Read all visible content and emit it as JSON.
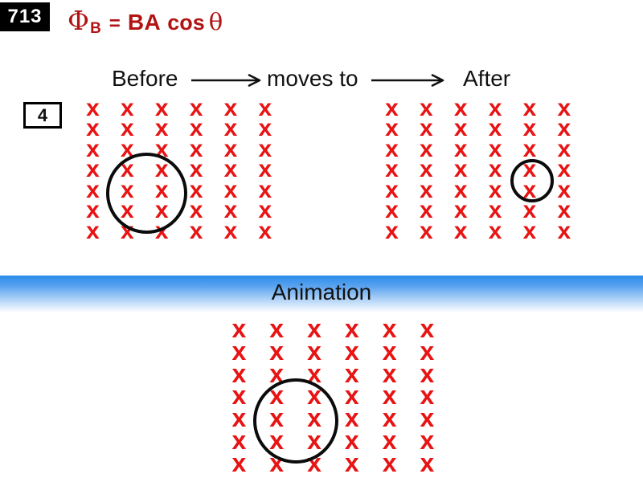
{
  "slide": {
    "page_badge": "713",
    "formula": {
      "phi": "Φ",
      "sub": "B",
      "eq": "=",
      "ba": "BA",
      "cos": "cos",
      "theta": "θ"
    },
    "header": {
      "before": "Before",
      "moves_to": "moves to",
      "after": "After"
    },
    "counter": "4",
    "grids": {
      "before": {
        "rows": 7,
        "cols": 6,
        "symbol": "x"
      },
      "after": {
        "rows": 7,
        "cols": 6,
        "symbol": "x"
      },
      "animation": {
        "rows": 7,
        "cols": 6,
        "symbol": "x"
      }
    },
    "banner": {
      "label": "Animation"
    },
    "colors": {
      "symbol_red": "#e81313",
      "formula_red": "#b21414",
      "banner_top_blue": "#2a8ceb",
      "text_black": "#111111"
    }
  }
}
